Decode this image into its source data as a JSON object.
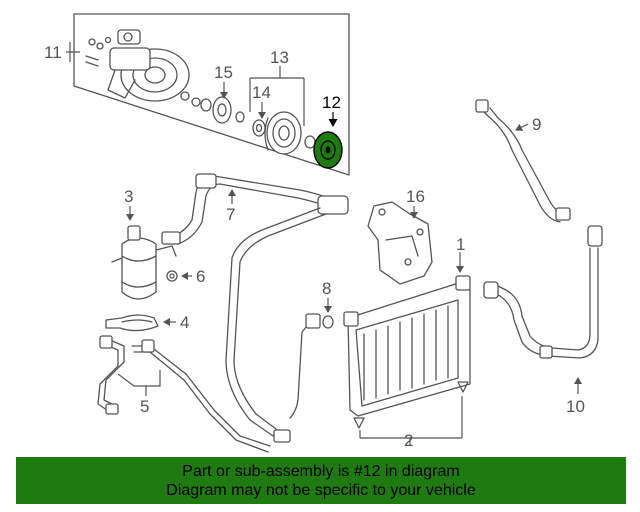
{
  "diagram": {
    "callouts": [
      "11",
      "15",
      "13",
      "14",
      "12",
      "9",
      "3",
      "7",
      "16",
      "1",
      "6",
      "8",
      "4",
      "5",
      "2",
      "10"
    ],
    "highlight_color": "#1f7a12",
    "highlighted_part": "12"
  },
  "banner": {
    "line1": "Part or sub-assembly is #12 in diagram",
    "line2": "Diagram may not be specific to your vehicle",
    "background": "#1f7a12"
  }
}
